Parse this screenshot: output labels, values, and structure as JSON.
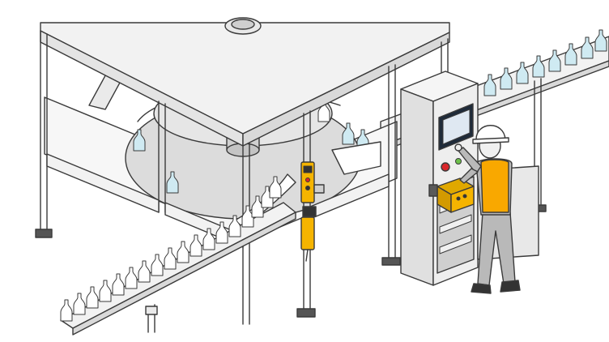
{
  "illustration": {
    "colors": {
      "background": "#ffffff",
      "outline": "#3a3a3a",
      "machine_frame": "#f2f2f2",
      "machine_shadow": "#d9d9d9",
      "turntable": "#dcdcdc",
      "panel": "#eeeeee",
      "safety_yellow": "#f5b400",
      "vest_orange": "#f9a800",
      "helmet": "#ffffff",
      "screen": "#1f2b3a",
      "bottle_glass": "#ffffff",
      "bottle_filled": "#cfeaf2",
      "estop_red": "#d9262b",
      "trousers": "#b9b9b9"
    },
    "icons": [
      "bottling-machine",
      "rotary-turntable",
      "conveyor-belt",
      "glass-bottle",
      "safety-interlock-switch",
      "control-cabinet",
      "touchscreen-hmi",
      "emergency-stop-button",
      "hard-hat",
      "operator-figure"
    ]
  }
}
